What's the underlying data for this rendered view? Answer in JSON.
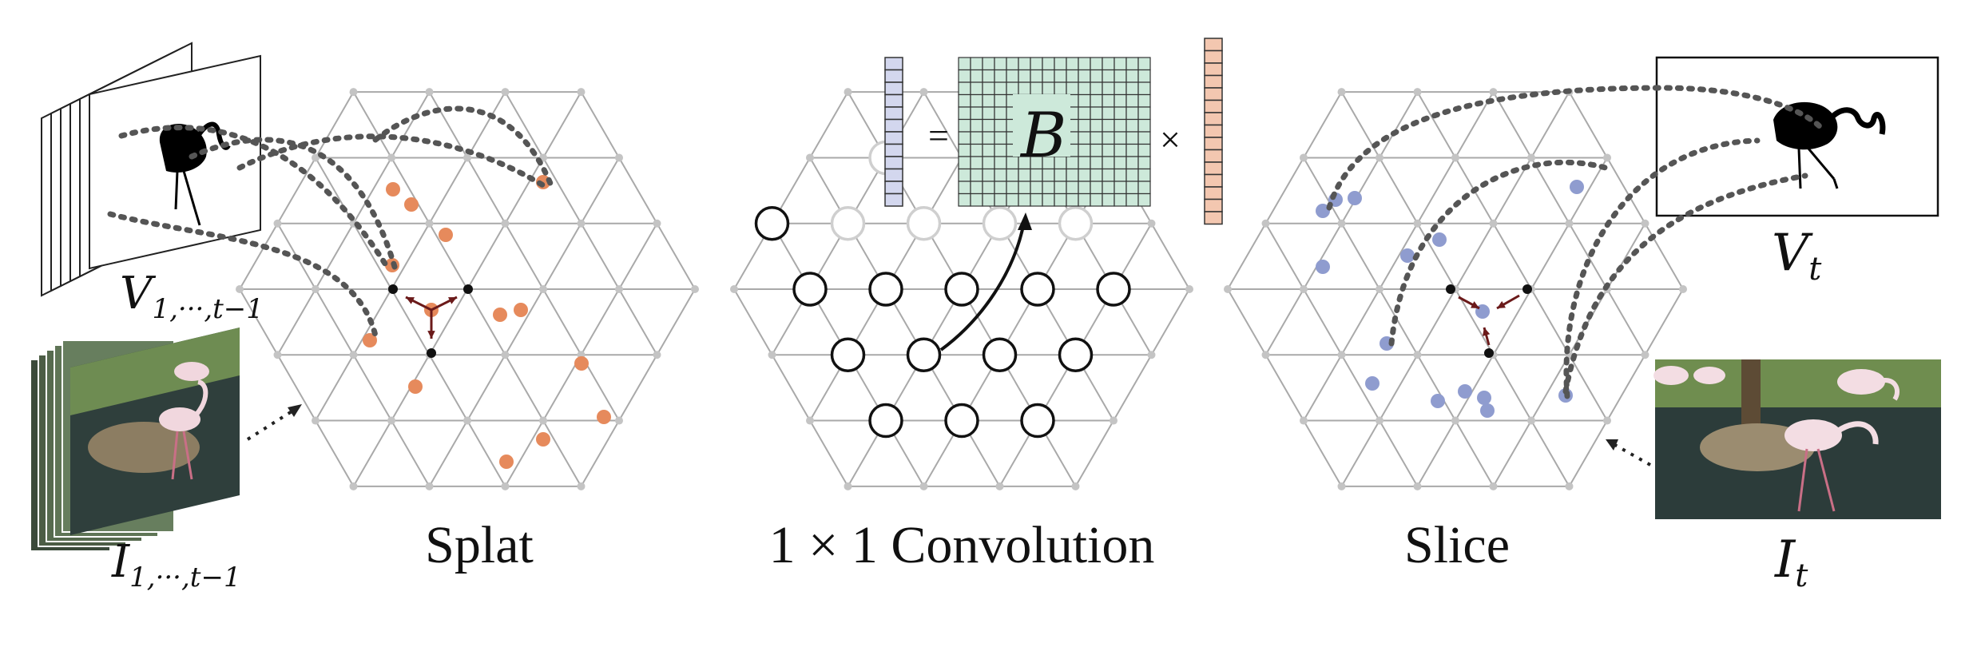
{
  "panels": {
    "splat": {
      "caption": "Splat"
    },
    "conv": {
      "caption": "1 × 1 Convolution",
      "matrix_symbol": "B",
      "equals": "=",
      "times": "×"
    },
    "slice": {
      "caption": "Slice"
    }
  },
  "inputs": {
    "prev_masks_label": {
      "base": "V",
      "sub": "1,···,t−1"
    },
    "prev_frames_label": {
      "base": "I",
      "sub": "1,···,t−1"
    }
  },
  "outputs": {
    "mask_label": {
      "base": "V",
      "sub": "t"
    },
    "frame_label": {
      "base": "I",
      "sub": "t"
    }
  },
  "colors": {
    "lattice": "#a9a9a9",
    "lattice_vertex": "#c4c4c4",
    "splat_point": "#e68a5c",
    "slice_point": "#8f9ccf",
    "matrix_fill": "#cde9da",
    "vector_left_fill": "#d3d7ee",
    "vector_right_fill": "#f3c7b0",
    "arrow_dark": "#6b1a1a",
    "dotted_path": "#555555"
  }
}
